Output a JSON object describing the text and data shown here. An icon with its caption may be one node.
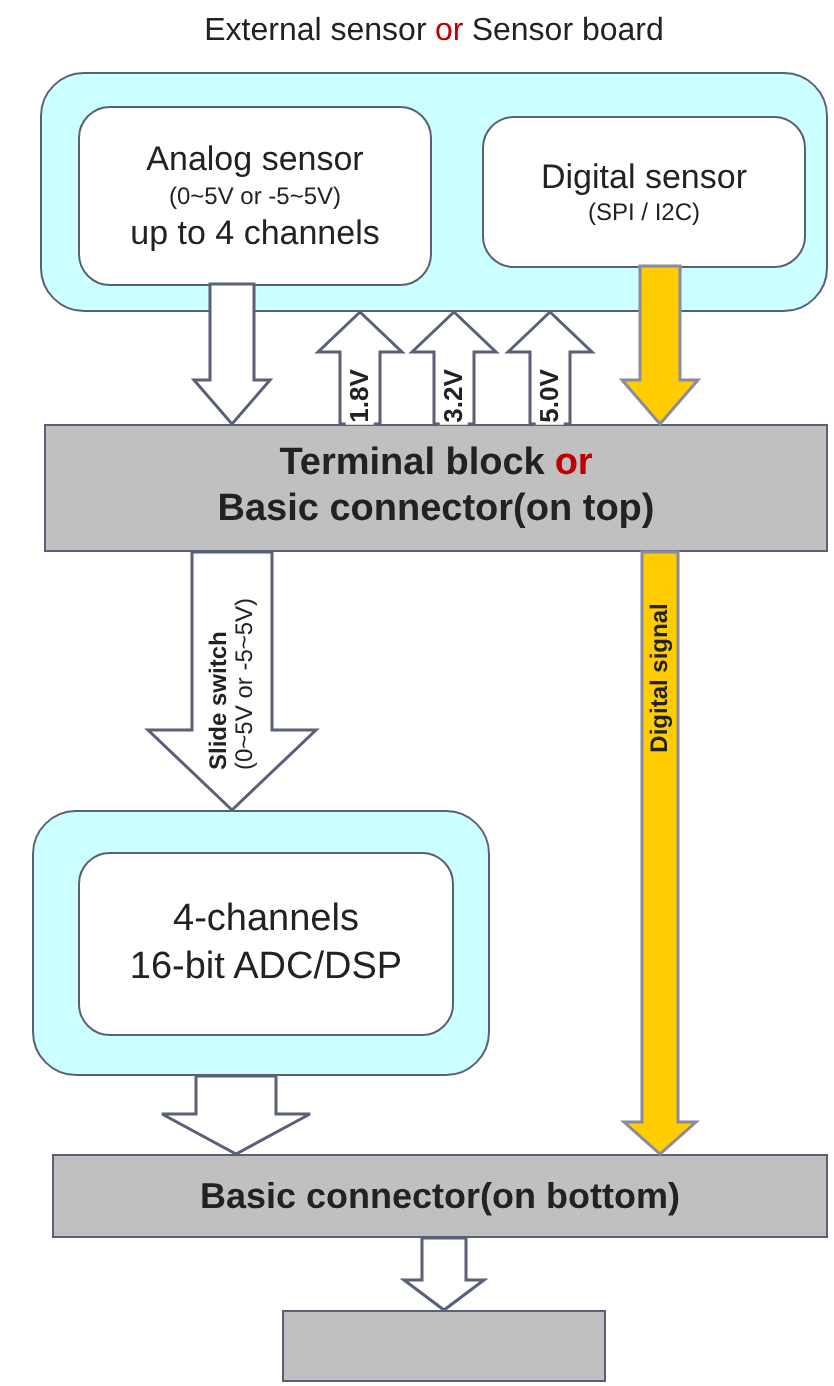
{
  "diagram": {
    "nodes": [
      {
        "text": [
          "External sensor",
          "or",
          "Sensor board"
        ]
      },
      {
        "text": [
          "Analog sensor",
          "(0~5V or -5~5V)",
          "up to 4 channels"
        ],
        "in": 0
      },
      {
        "text": [
          "Digital sensor",
          "(SPI / I2C)"
        ],
        "in": 0
      },
      {
        "text": [
          "Terminal block",
          "or",
          "Basic connector(on top)"
        ]
      },
      {
        "text": [],
        "shape": "box"
      },
      {
        "text": [
          "4-channels",
          "16-bit ADC/DSP"
        ],
        "in": 4
      },
      {
        "text": [
          "Basic connector(on bottom)"
        ]
      },
      {
        "text": [],
        "shape": "box"
      }
    ],
    "edges": [
      {
        "from": 1,
        "to": 3,
        "arrow": "to"
      },
      {
        "from": 3,
        "to": 0,
        "arrow": "to",
        "label": "1.8V"
      },
      {
        "from": 3,
        "to": 0,
        "arrow": "to",
        "label": "3.2V"
      },
      {
        "from": 3,
        "to": 0,
        "arrow": "to",
        "label": "5.0V"
      },
      {
        "from": 2,
        "to": 3,
        "arrow": "to",
        "color": "#ffcc00"
      },
      {
        "from": 3,
        "to": 4,
        "arrow": "to",
        "label": "**Slide switch** (0~5V or -5~5V)"
      },
      {
        "from": 3,
        "to": 6,
        "arrow": "to",
        "label": "**Digital signal**",
        "color": "#ffcc00"
      },
      {
        "from": 4,
        "to": 6,
        "arrow": "to"
      },
      {
        "from": 6,
        "to": 7,
        "arrow": "to"
      }
    ]
  }
}
